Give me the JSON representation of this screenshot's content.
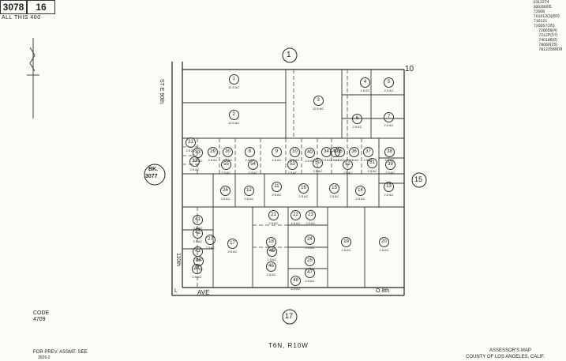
{
  "header": {
    "book": "3078",
    "page": "16",
    "scale_note": "ALL THIS 400",
    "revisions": [
      "0312274",
      "30028005",
      "72008",
      "701012(3)(60)",
      "710121",
      "720057(35)",
      "720058(4)",
      "7212P(57)",
      "740186(0)",
      "78060(25)",
      "78122589D8"
    ]
  },
  "map_numbers": {
    "top": "1",
    "right": "15",
    "bottom": "17",
    "left_book_label": "BK.",
    "left_book_number": "3077",
    "corner": "10"
  },
  "streets": {
    "left_vertical": "ST E 90th",
    "left_vertical_lower": "110th",
    "bottom_left": "L",
    "bottom_ave": "AVE",
    "bottom_right": "O 8th"
  },
  "code": {
    "label": "CODE",
    "value": "4709"
  },
  "footer": {
    "township": "T6N, R10W",
    "prev_note_line1": "FOR PREV. ASSMT. SEE",
    "prev_note_line2": "3026-2",
    "assessor_line1": "ASSESSOR'S MAP",
    "assessor_line2": "COUNTY OF LOS ANGELES, CALIF."
  },
  "parcels": [
    {
      "id": "p1",
      "label": "1",
      "area": "12.5 AC"
    },
    {
      "id": "p2",
      "label": "2",
      "area": "12.5 AC"
    },
    {
      "id": "p3",
      "label": "3",
      "area": "12.5 AC"
    },
    {
      "id": "p4",
      "label": "4",
      "area": "2.5 AC"
    },
    {
      "id": "p5",
      "label": "5",
      "area": "2.5 AC"
    },
    {
      "id": "p6",
      "label": "6",
      "area": "2.5 AC"
    },
    {
      "id": "p7",
      "label": "7",
      "area": "2.5 AC"
    },
    {
      "id": "p8",
      "label": "8",
      "area": "2.5 AC"
    },
    {
      "id": "p9",
      "label": "9",
      "area": "2.5 AC"
    },
    {
      "id": "p10",
      "label": "10",
      "area": "2.5 AC"
    },
    {
      "id": "p11",
      "label": "11",
      "area": "2.5 AC"
    },
    {
      "id": "p12",
      "label": "12",
      "area": "2.5 AC"
    },
    {
      "id": "p13",
      "label": "13",
      "area": "2.5 AC"
    },
    {
      "id": "p14",
      "label": "14",
      "area": "2.5 AC"
    },
    {
      "id": "p15",
      "label": "15",
      "area": "2.5 AC"
    },
    {
      "id": "p16",
      "label": "16",
      "area": "2.5 AC"
    },
    {
      "id": "p17",
      "label": "17",
      "area": "2.5 AC"
    },
    {
      "id": "p18",
      "label": "18",
      "area": "2.5 AC"
    },
    {
      "id": "p19",
      "label": "19",
      "area": "2.5 AC"
    },
    {
      "id": "p20",
      "label": "20",
      "area": "2.5 AC"
    },
    {
      "id": "p21",
      "label": "21",
      "area": "2.5 AC"
    },
    {
      "id": "p22",
      "label": "22",
      "area": "2.5 AC"
    },
    {
      "id": "p23",
      "label": "23",
      "area": "2.5 AC"
    },
    {
      "id": "p24",
      "label": "24",
      "area": "2.5 AC"
    },
    {
      "id": "p25",
      "label": "25",
      "area": "2.5 AC"
    },
    {
      "id": "p26",
      "label": "26",
      "area": "2.5 AC"
    },
    {
      "id": "p27",
      "label": "27",
      "area": "2.5 AC"
    },
    {
      "id": "p28",
      "label": "28",
      "area": "2.5 AC"
    },
    {
      "id": "p29",
      "label": "29",
      "area": "2.5 AC"
    },
    {
      "id": "p30",
      "label": "30",
      "area": "2.5 AC"
    },
    {
      "id": "p31",
      "label": "31",
      "area": "2.5 AC"
    },
    {
      "id": "p32",
      "label": "32",
      "area": "2.5 AC"
    },
    {
      "id": "p33",
      "label": "33",
      "area": "2.5 AC"
    },
    {
      "id": "p34",
      "label": "34",
      "area": "2.5 AC"
    },
    {
      "id": "p35",
      "label": "35",
      "area": "2.5 AC"
    },
    {
      "id": "p36",
      "label": "36",
      "area": "2.5 AC"
    },
    {
      "id": "p37",
      "label": "37",
      "area": "2.5 AC"
    },
    {
      "id": "p38",
      "label": "38",
      "area": "2.5 AC"
    },
    {
      "id": "p39",
      "label": "39",
      "area": "2.5 AC"
    },
    {
      "id": "p40",
      "label": "40",
      "area": "2.5 AC"
    },
    {
      "id": "p41",
      "label": "41",
      "area": "2.5 AC"
    },
    {
      "id": "p42",
      "label": "42",
      "area": "2.5 AC"
    },
    {
      "id": "p43",
      "label": "43",
      "area": "2.5 AC"
    },
    {
      "id": "p44",
      "label": "44",
      "area": "2.5 AC"
    },
    {
      "id": "p45",
      "label": "45",
      "area": "2.5 AC"
    },
    {
      "id": "p46",
      "label": "46",
      "area": "2.5 AC"
    },
    {
      "id": "p47",
      "label": "47",
      "area": "2.5 AC"
    },
    {
      "id": "p48",
      "label": "48",
      "area": "2.5 AC"
    },
    {
      "id": "p49",
      "label": "49",
      "area": "2.5 AC"
    },
    {
      "id": "p50",
      "label": "50",
      "area": "2.5 AC"
    },
    {
      "id": "p51",
      "label": "51",
      "area": "2.5 AC"
    },
    {
      "id": "p52",
      "label": "52",
      "area": "2.5 AC"
    },
    {
      "id": "p53",
      "label": "53",
      "area": "2.5 AC"
    },
    {
      "id": "p54",
      "label": "54",
      "area": "2.5 AC"
    },
    {
      "id": "p55",
      "label": "55",
      "area": "2.5 AC"
    }
  ]
}
